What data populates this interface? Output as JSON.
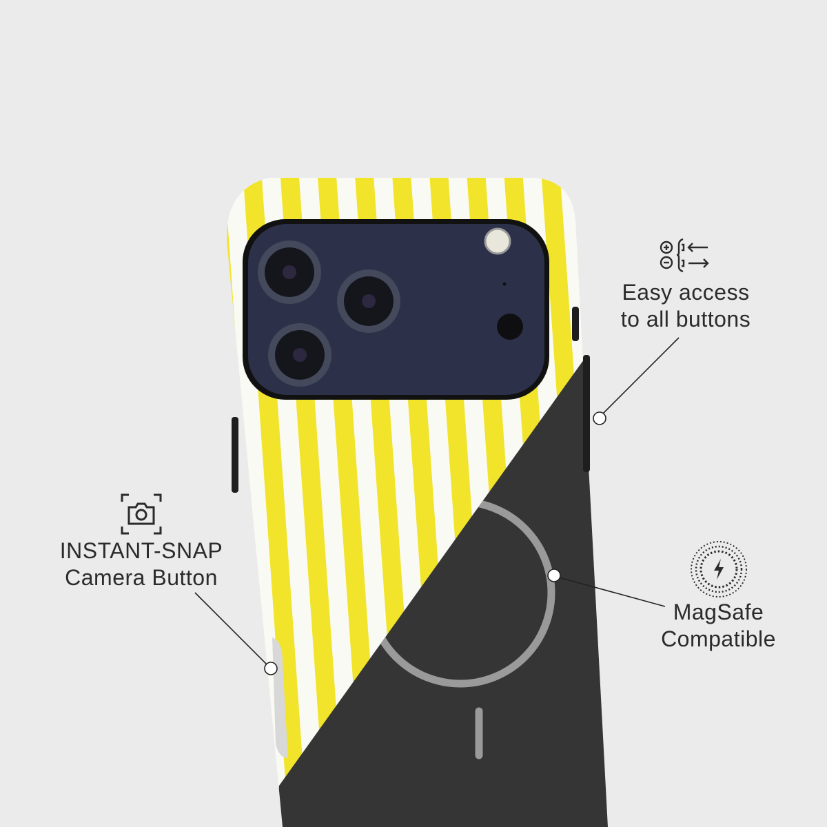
{
  "callouts": {
    "buttons": {
      "line1": "Easy access",
      "line2": "to all buttons",
      "icon": "volume-buttons-icon"
    },
    "camera": {
      "line1": "INSTANT-SNAP",
      "line2": "Camera Button",
      "icon": "camera-icon"
    },
    "magsafe": {
      "line1": "MagSafe",
      "line2": "Compatible",
      "icon": "magsafe-charging-icon"
    }
  },
  "colors": {
    "background": "#ebebeb",
    "stripe_yellow": "#f1e42b",
    "stripe_white": "#fafaf5",
    "dark_panel": "#353535",
    "camera_module": "#2c3149",
    "magsafe_ring": "#9a9a9a"
  }
}
